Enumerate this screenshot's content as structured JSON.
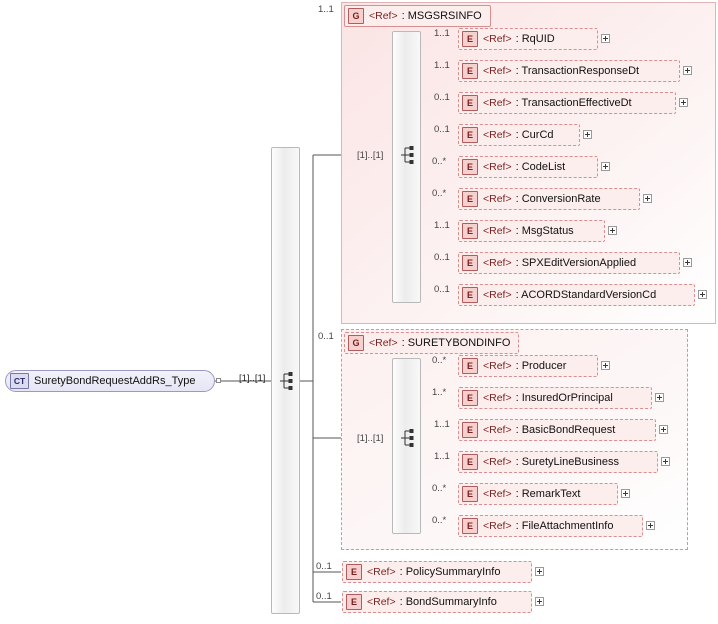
{
  "diagram": {
    "type": "xsd-schema-tree",
    "root": {
      "kind": "CT",
      "label": "SuretyBondRequestAddRs_Type",
      "occurrence": "[1]..[1]"
    },
    "groups": [
      {
        "id": "msgsrsinfo",
        "kind": "G",
        "ref": "<Ref>",
        "label": ": MSGSRSINFO",
        "occurrence_top": "1..1",
        "inner_occurrence": "[1]..[1]",
        "style": "solid",
        "children": [
          {
            "kind": "E",
            "ref": "<Ref>",
            "label": ": RqUID",
            "occurrence": "1..1",
            "plus": true
          },
          {
            "kind": "E",
            "ref": "<Ref>",
            "label": ": TransactionResponseDt",
            "occurrence": "1..1",
            "plus": true
          },
          {
            "kind": "E",
            "ref": "<Ref>",
            "label": ": TransactionEffectiveDt",
            "occurrence": "0..1",
            "plus": true
          },
          {
            "kind": "E",
            "ref": "<Ref>",
            "label": ": CurCd",
            "occurrence": "0..1",
            "plus": true
          },
          {
            "kind": "E",
            "ref": "<Ref>",
            "label": ": CodeList",
            "occurrence": "0..*",
            "plus": true
          },
          {
            "kind": "E",
            "ref": "<Ref>",
            "label": ": ConversionRate",
            "occurrence": "0..*",
            "plus": true
          },
          {
            "kind": "E",
            "ref": "<Ref>",
            "label": ": MsgStatus",
            "occurrence": "1..1",
            "plus": true
          },
          {
            "kind": "E",
            "ref": "<Ref>",
            "label": ": SPXEditVersionApplied",
            "occurrence": "0..1",
            "plus": true
          },
          {
            "kind": "E",
            "ref": "<Ref>",
            "label": ": ACORDStandardVersionCd",
            "occurrence": "0..1",
            "plus": true
          }
        ]
      },
      {
        "id": "suretybondinfo",
        "kind": "G",
        "ref": "<Ref>",
        "label": ": SURETYBONDINFO",
        "occurrence_top": "0..1",
        "inner_occurrence": "[1]..[1]",
        "style": "dashed",
        "children": [
          {
            "kind": "E",
            "ref": "<Ref>",
            "label": ": Producer",
            "occurrence": "0..*",
            "plus": true
          },
          {
            "kind": "E",
            "ref": "<Ref>",
            "label": ": InsuredOrPrincipal",
            "occurrence": "1..*",
            "plus": true
          },
          {
            "kind": "E",
            "ref": "<Ref>",
            "label": ": BasicBondRequest",
            "occurrence": "1..1",
            "plus": true
          },
          {
            "kind": "E",
            "ref": "<Ref>",
            "label": ": SuretyLineBusiness",
            "occurrence": "1..1",
            "plus": true
          },
          {
            "kind": "E",
            "ref": "<Ref>",
            "label": ": RemarkText",
            "occurrence": "0..*",
            "plus": true
          },
          {
            "kind": "E",
            "ref": "<Ref>",
            "label": ": FileAttachmentInfo",
            "occurrence": "0..*",
            "plus": true
          }
        ]
      }
    ],
    "standalone_children": [
      {
        "kind": "E",
        "ref": "<Ref>",
        "label": ": PolicySummaryInfo",
        "occurrence": "0..1",
        "plus": true
      },
      {
        "kind": "E",
        "ref": "<Ref>",
        "label": ": BondSummaryInfo",
        "occurrence": "0..1",
        "plus": true
      }
    ],
    "colors": {
      "node_fill": "#fdeeee",
      "node_border": "#d98f8f",
      "kind_fill": "#f6cfcf",
      "root_fill": "#ebebf7",
      "root_border": "#9a9ac0",
      "wire": "#555555"
    }
  }
}
